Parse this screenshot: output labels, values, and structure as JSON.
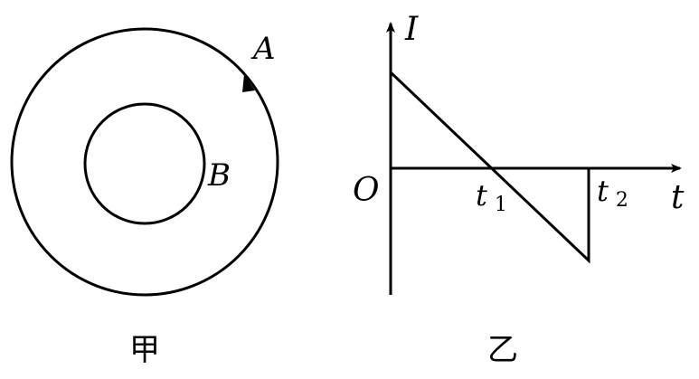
{
  "figure_left": {
    "caption": "甲",
    "outer_ring_label": "A",
    "inner_ring_label": "B"
  },
  "figure_right": {
    "caption": "乙",
    "y_axis_label": "I",
    "x_axis_label": "t",
    "origin_label": "O",
    "tick_labels": [
      {
        "base": "t",
        "sub": "1"
      },
      {
        "base": "t",
        "sub": "2"
      }
    ]
  }
}
